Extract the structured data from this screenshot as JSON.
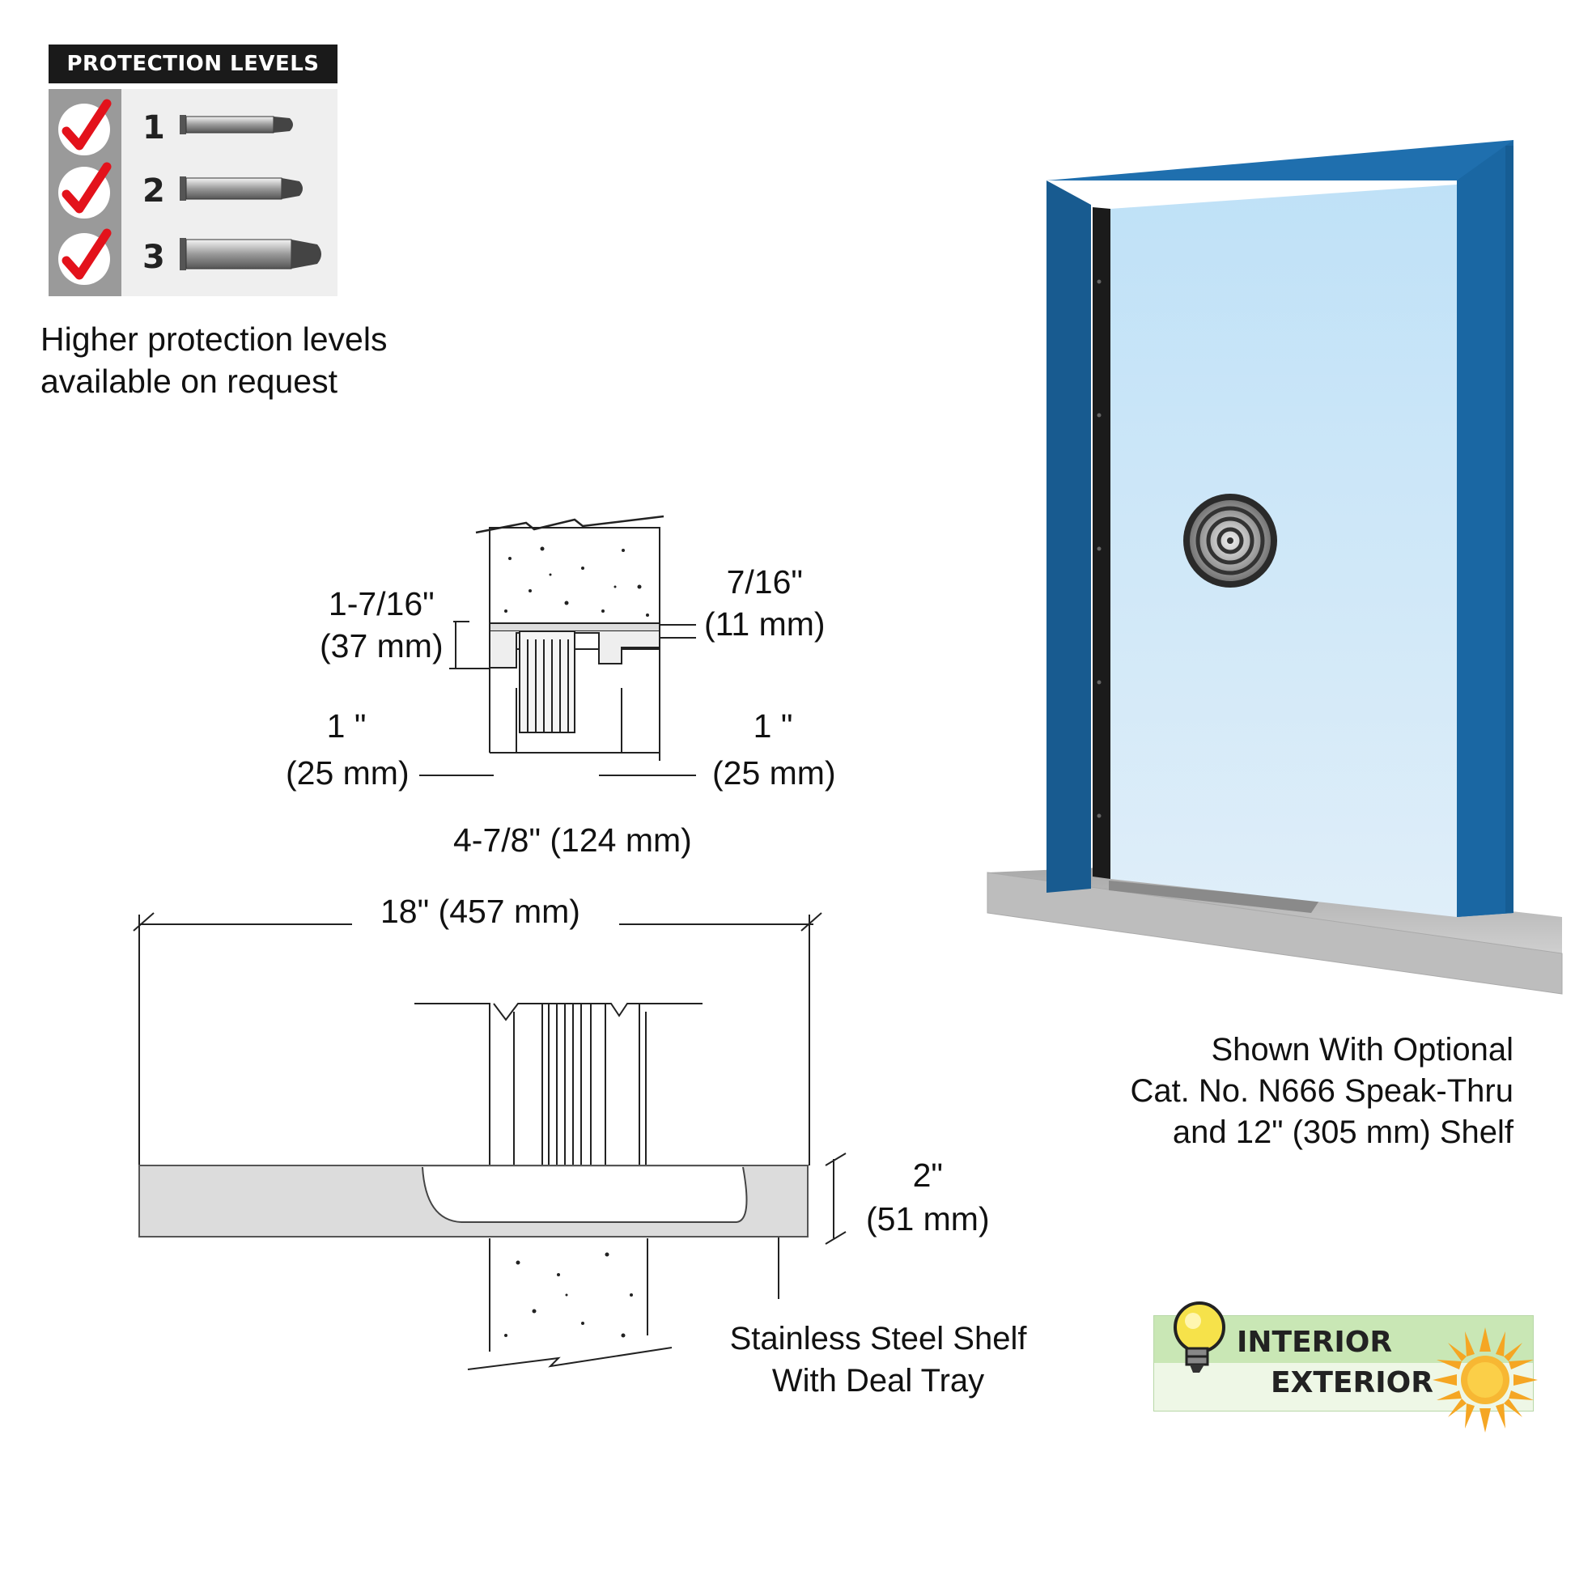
{
  "protection_levels": {
    "title": "PROTECTION LEVELS",
    "levels": [
      "1",
      "2",
      "3"
    ],
    "check_icon": "red-checkmark",
    "bullet_icon": "bullet-cartridge"
  },
  "protection_note": {
    "line1": "Higher protection levels",
    "line2": "available on request"
  },
  "top_section_dims": {
    "left_depth_in": "1-7/16\"",
    "left_depth_mm": "(37 mm)",
    "right_depth_in": "7/16\"",
    "right_depth_mm": "(11 mm)",
    "left_offset_in": "1 \"",
    "left_offset_mm": "(25 mm)",
    "right_offset_in": "1 \"",
    "right_offset_mm": "(25 mm)",
    "overall_width": "4-7/8\" (124 mm)"
  },
  "shelf_section_dims": {
    "shelf_width": "18\" (457 mm)",
    "shelf_height_in": "2\"",
    "shelf_height_mm": "(51 mm)"
  },
  "shelf_caption": {
    "line1": "Stainless Steel Shelf",
    "line2": "With Deal Tray"
  },
  "product_caption": {
    "line1": "Shown With Optional",
    "line2": "Cat. No. N666 Speak-Thru",
    "line3": "and 12\" (305 mm) Shelf"
  },
  "environment_badge": {
    "interior": "INTERIOR",
    "exterior": "EXTERIOR",
    "interior_icon": "lightbulb-icon",
    "exterior_icon": "sun-icon"
  },
  "colors": {
    "frame_blue": "#1f6fae",
    "glass": "#cfe6f7",
    "shelf_gray": "#b9b9b9",
    "check_red": "#e3121b",
    "badge_green": "#c9e7b5"
  }
}
